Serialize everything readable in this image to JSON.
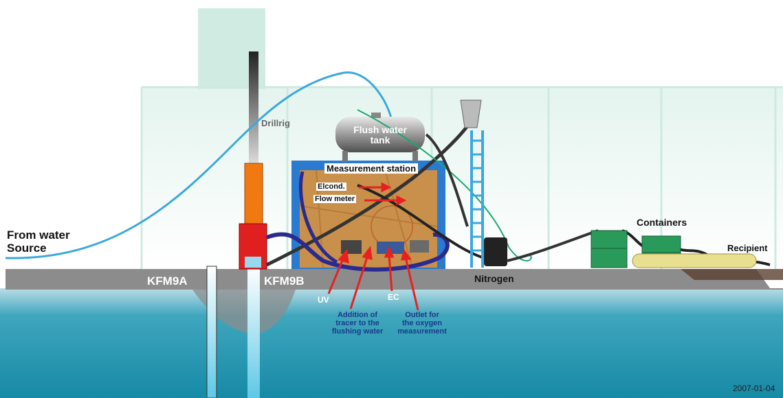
{
  "labels": {
    "source": [
      "From water",
      "Source"
    ],
    "kfm9a": "KFM9A",
    "kfm9b": "KFM9B",
    "drillrig": "Drillrig",
    "tank": [
      "Flush water",
      "tank"
    ],
    "station": "Measurement station",
    "elcond": "Elcond.",
    "flow_meter": "Flow meter",
    "uv": "UV",
    "tracer": [
      "Addition of",
      "tracer to the",
      "flushing water"
    ],
    "ec": "EC",
    "outlet": [
      "Outlet for",
      "the oxygen",
      "measurement"
    ],
    "nitrogen": "Nitrogen",
    "containers": "Containers",
    "recipient": "Recipient",
    "date": "2007-01-04"
  },
  "colors": {
    "water": "#1e9ab0",
    "ground": "#8c8c8c",
    "drillpipe": "#f07a10",
    "station": "#2a7ad0",
    "pipe_blue": "#3aa8dc",
    "pipe_green": "#1aa870",
    "hose": "#2a2a90",
    "container": "#2a9a5a",
    "recipient_tank": "#e8e090",
    "arrow": "#e82020"
  }
}
